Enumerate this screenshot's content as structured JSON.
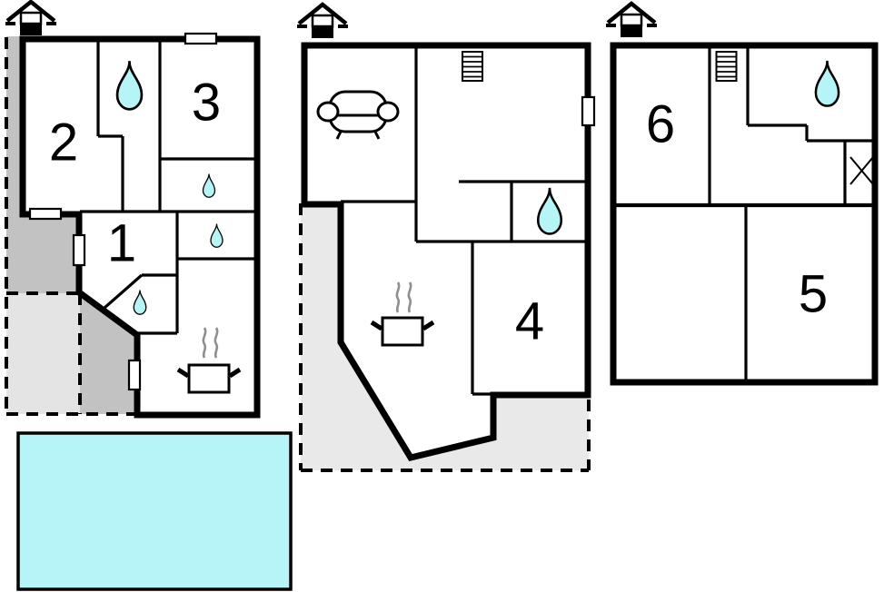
{
  "title": "Holiday home floor plan",
  "colors": {
    "water": "#b5f5f7",
    "walls": "#000000",
    "terrace_gray": "#c2c2c2",
    "terrace_light_gray": "#e4e4e4",
    "patio_gray": "#e9e9e9",
    "steam_gray": "#8f8f8f",
    "room_fill": "#ffffff"
  },
  "floors": [
    {
      "name": "left-building",
      "rooms": {
        "room1": "1",
        "room2": "2",
        "room3": "3"
      },
      "icons": [
        "house-entrance-icon",
        "water-drop-large",
        "water-drop-small",
        "stove-pot-icon",
        "window-marker",
        "door-marker"
      ]
    },
    {
      "name": "middle-building",
      "rooms": {
        "room4": "4"
      },
      "icons": [
        "house-entrance-icon",
        "sofa-icon",
        "stairs-icon",
        "water-drop-large",
        "stove-pot-icon",
        "door-marker"
      ]
    },
    {
      "name": "right-building",
      "rooms": {
        "room5": "5",
        "room6": "6"
      },
      "icons": [
        "house-entrance-icon",
        "stairs-icon",
        "water-drop-large",
        "shower-cross-icon"
      ]
    }
  ],
  "pool": {
    "name": "swimming-pool"
  }
}
